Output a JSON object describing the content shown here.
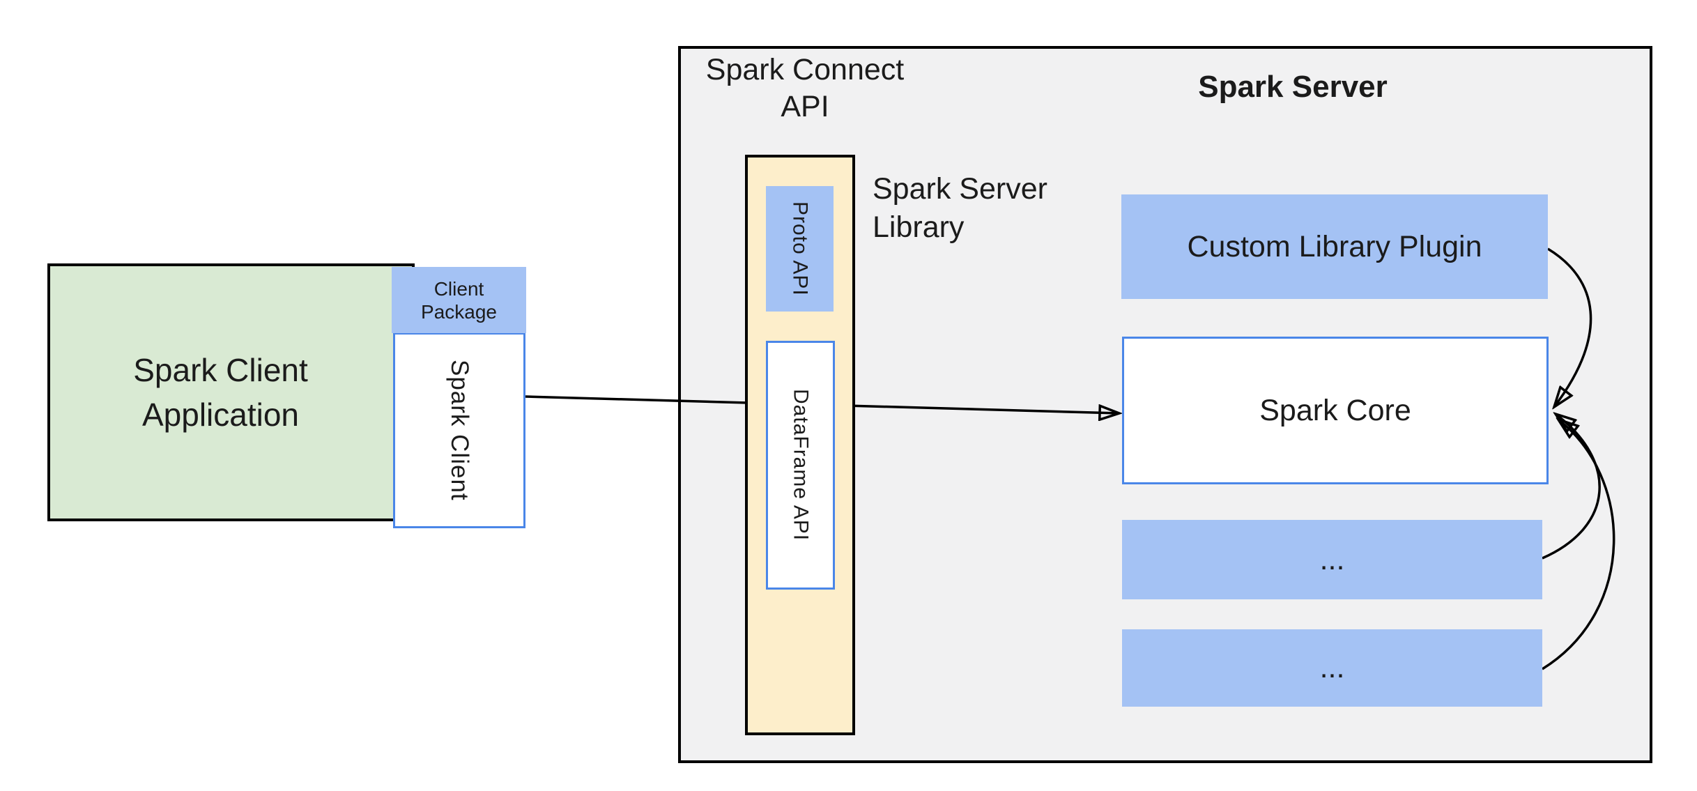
{
  "colors": {
    "green_fill": "#d9ead3",
    "blue_fill": "#a4c2f4",
    "yellow_fill": "#fdeecb",
    "gray_fill": "#f1f1f2",
    "blue_border": "#4a86e8",
    "line_color": "#000000",
    "text_color": "#1b1b1b"
  },
  "client": {
    "app_label": "Spark Client\nApplication",
    "package_label": "Client\nPackage",
    "spark_client_label": "Spark Client"
  },
  "connect": {
    "title": "Spark Connect\nAPI",
    "proto_label": "Proto API",
    "dataframe_label": "DataFrame API",
    "library_label": "Spark Server\nLibrary"
  },
  "server": {
    "title": "Spark Server",
    "plugin_label": "Custom Library Plugin",
    "core_label": "Spark Core",
    "ellipsis_1": "...",
    "ellipsis_2": "..."
  }
}
